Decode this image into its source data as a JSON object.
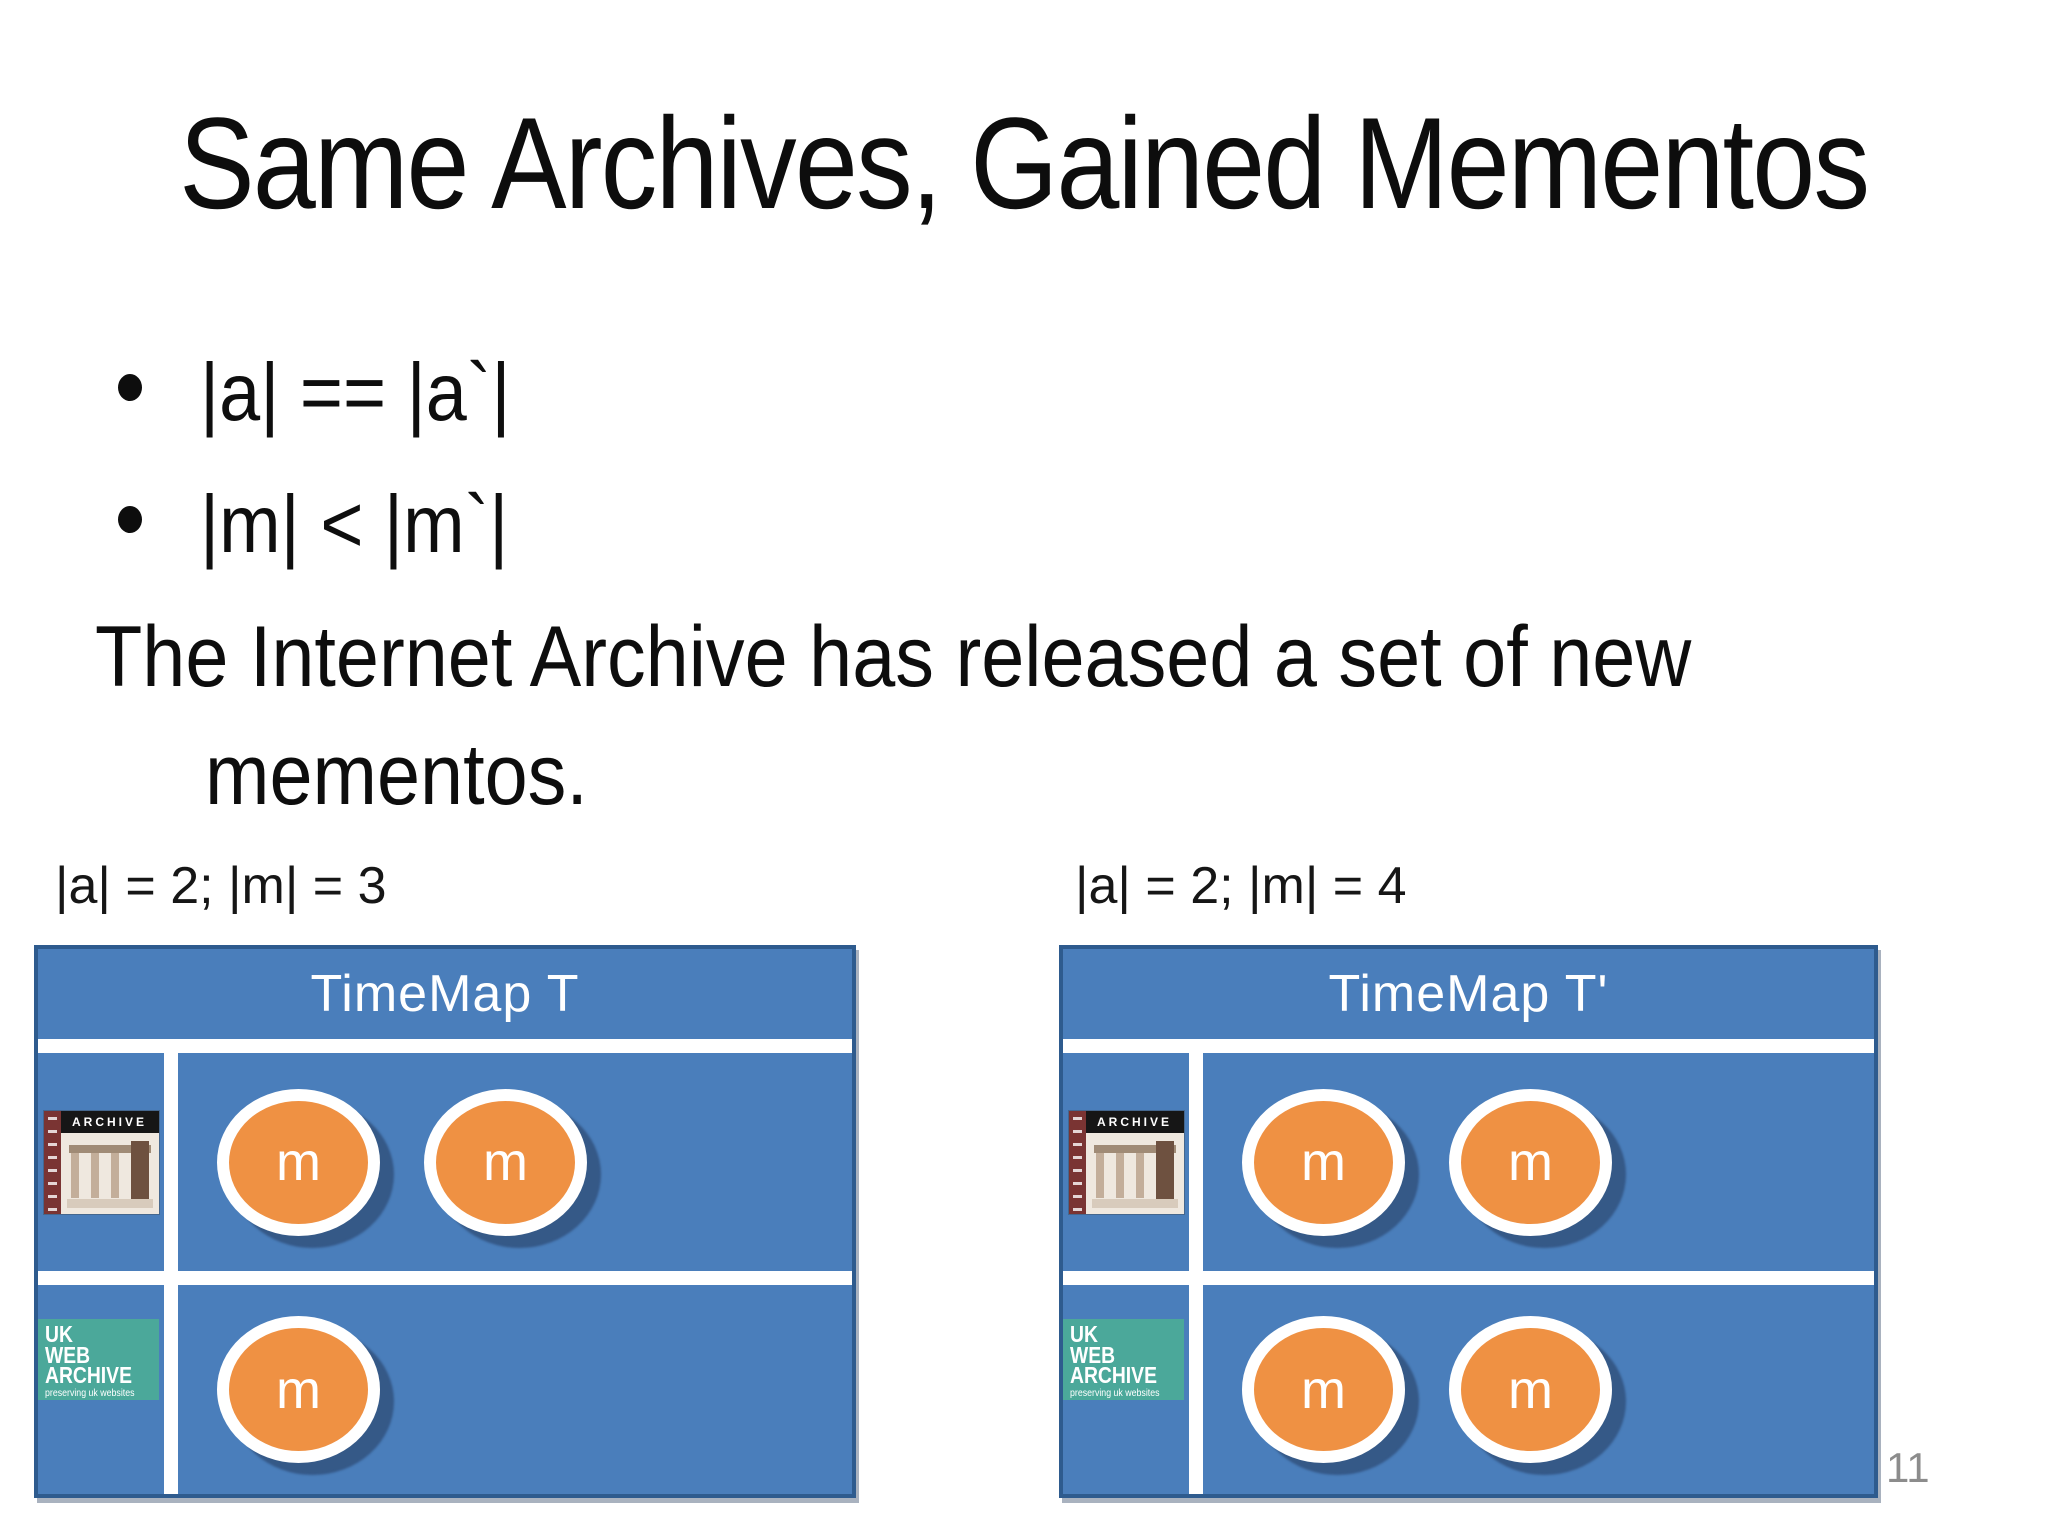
{
  "slide": {
    "title": "Same Archives, Gained Mementos",
    "bullets": [
      "|a| == |a`|",
      "|m| < |m`|"
    ],
    "paragraph_line1": "The Internet Archive has released a set of new",
    "paragraph_line2": "mementos.",
    "page_number": "11"
  },
  "diagrams": [
    {
      "caption": "|a| = 2; |m| = 3",
      "header": "TimeMap T",
      "rows": [
        {
          "archive": "internet-archive",
          "mementos": [
            "m",
            "m"
          ]
        },
        {
          "archive": "uk-web-archive",
          "mementos": [
            "m"
          ]
        }
      ]
    },
    {
      "caption": "|a| = 2; |m| = 4",
      "header": "TimeMap T'",
      "rows": [
        {
          "archive": "internet-archive",
          "mementos": [
            "m",
            "m"
          ]
        },
        {
          "archive": "uk-web-archive",
          "mementos": [
            "m",
            "m"
          ]
        }
      ]
    }
  ],
  "logos": {
    "internet_archive": {
      "label": "ARCHIVE"
    },
    "uk_web_archive": {
      "line1": "UK",
      "line2": "WEB",
      "line3": "ARCHIVE",
      "tagline": "preserving uk websites"
    }
  },
  "colors": {
    "box_fill": "#4A7EBB",
    "box_border": "#2E5B8E",
    "memento_fill": "#EF9143",
    "uk_logo_teal": "#4BA89A",
    "ia_logo_maroon": "#7A3433",
    "page_number_gray": "#8C8C8C"
  }
}
